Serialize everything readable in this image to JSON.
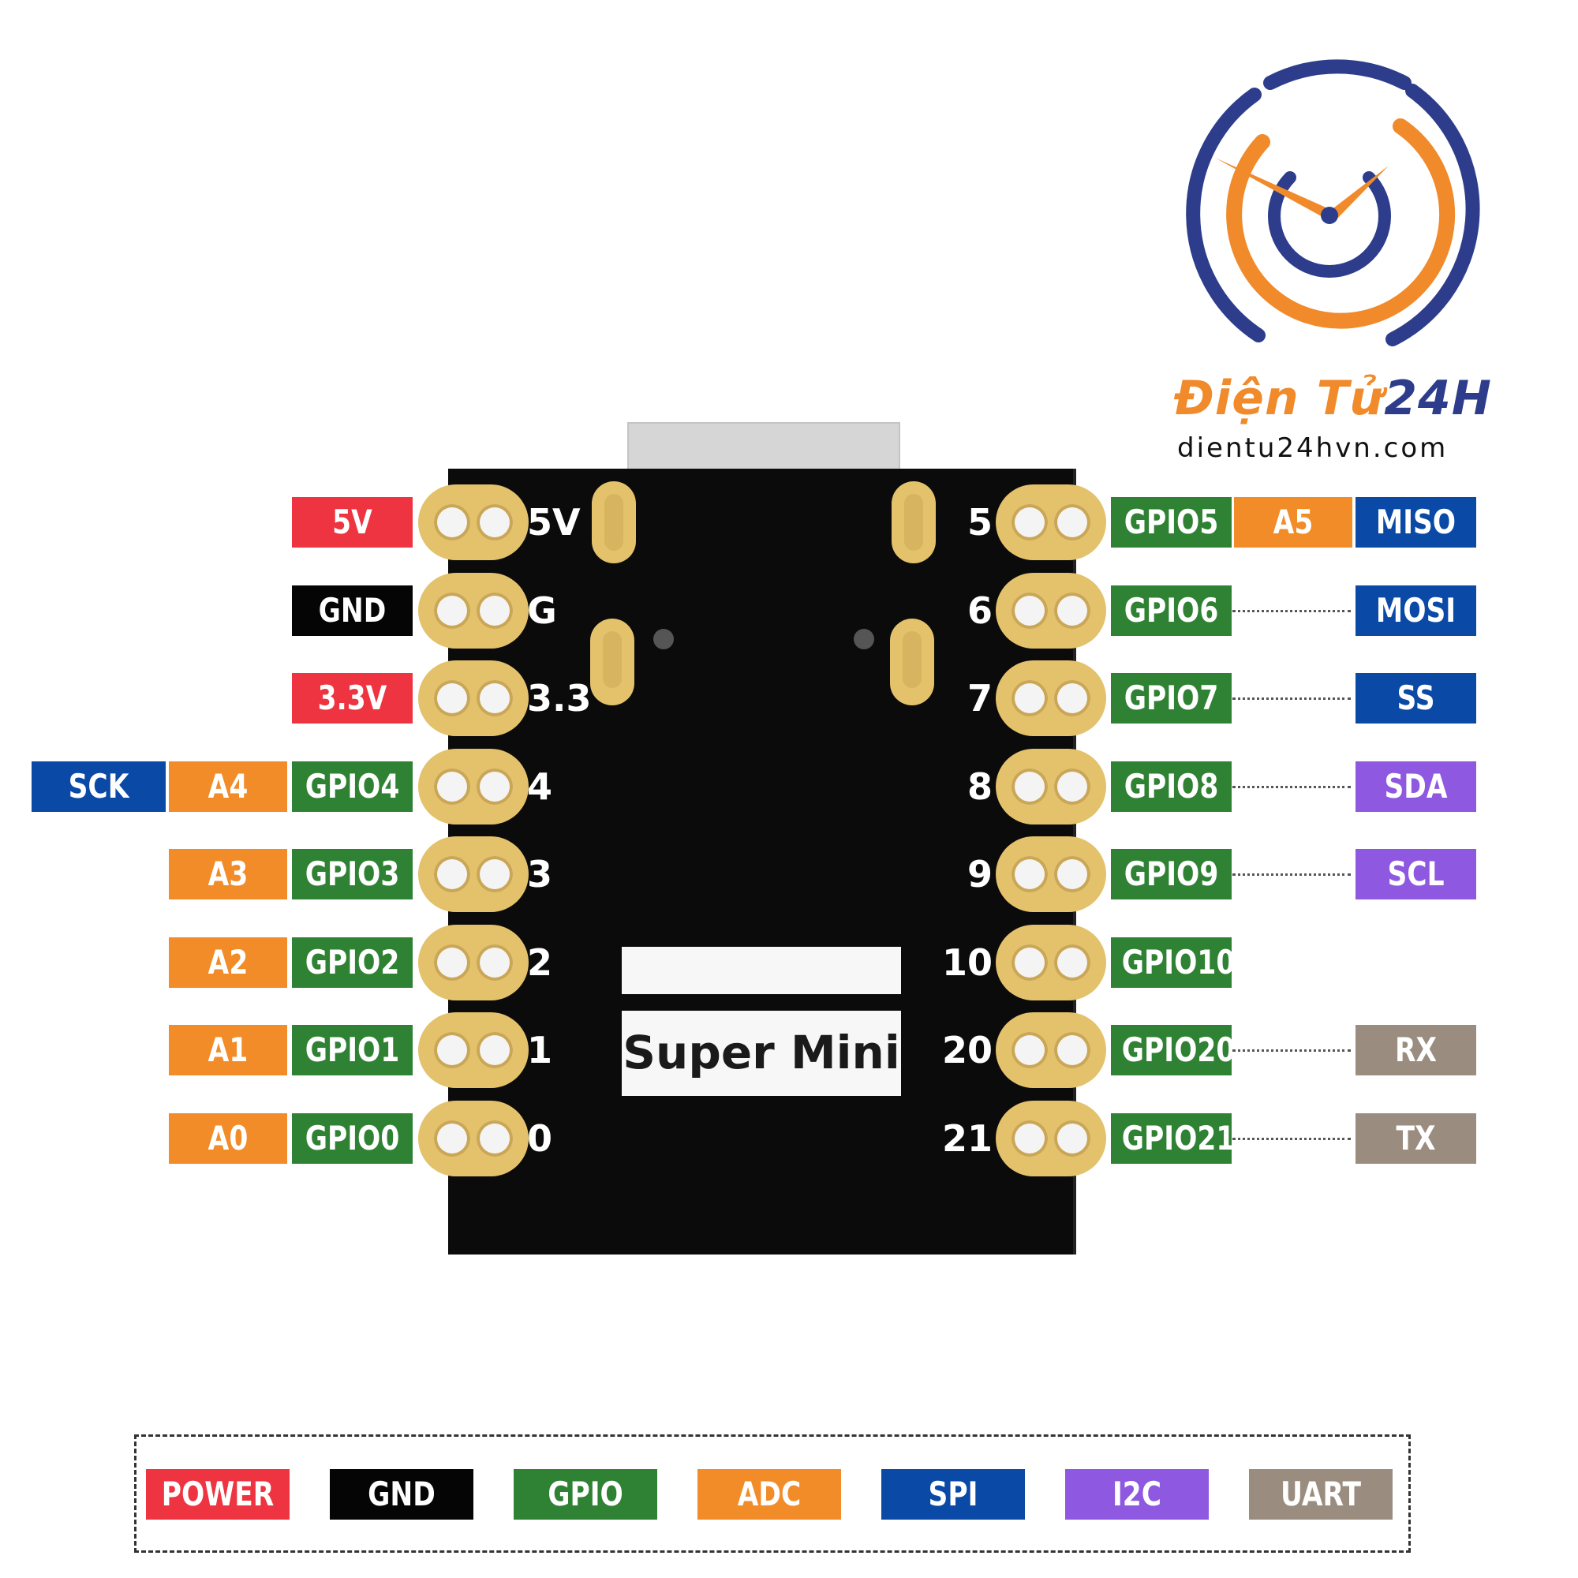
{
  "brand": {
    "name_part1": "Điện Tử",
    "name_part2": "24H",
    "website": "dientu24hvn.com"
  },
  "board": {
    "name": "Super Mini"
  },
  "colors": {
    "POWER": "#ee3440",
    "GND": "#050505",
    "GPIO": "#2f8233",
    "ADC": "#f28c28",
    "SPI": "#0a4aa6",
    "I2C": "#8e58e0",
    "UART": "#9a8d80",
    "pcb": "#0b0b0b",
    "pad": "#e3c26b"
  },
  "left_pins": [
    {
      "num": "5V",
      "labels": [
        {
          "text": "5V",
          "type": "POWER"
        }
      ]
    },
    {
      "num": "G",
      "labels": [
        {
          "text": "GND",
          "type": "GND"
        }
      ]
    },
    {
      "num": "3.3",
      "labels": [
        {
          "text": "3.3V",
          "type": "POWER"
        }
      ]
    },
    {
      "num": "4",
      "labels": [
        {
          "text": "GPIO4",
          "type": "GPIO"
        },
        {
          "text": "A4",
          "type": "ADC"
        },
        {
          "text": "SCK",
          "type": "SPI"
        }
      ]
    },
    {
      "num": "3",
      "labels": [
        {
          "text": "GPIO3",
          "type": "GPIO"
        },
        {
          "text": "A3",
          "type": "ADC"
        }
      ]
    },
    {
      "num": "2",
      "labels": [
        {
          "text": "GPIO2",
          "type": "GPIO"
        },
        {
          "text": "A2",
          "type": "ADC"
        }
      ]
    },
    {
      "num": "1",
      "labels": [
        {
          "text": "GPIO1",
          "type": "GPIO"
        },
        {
          "text": "A1",
          "type": "ADC"
        }
      ]
    },
    {
      "num": "0",
      "labels": [
        {
          "text": "GPIO0",
          "type": "GPIO"
        },
        {
          "text": "A0",
          "type": "ADC"
        }
      ]
    }
  ],
  "right_pins": [
    {
      "num": "5",
      "gpio": "GPIO5",
      "adc": "A5",
      "func": {
        "text": "MISO",
        "type": "SPI"
      }
    },
    {
      "num": "6",
      "gpio": "GPIO6",
      "func": {
        "text": "MOSI",
        "type": "SPI"
      }
    },
    {
      "num": "7",
      "gpio": "GPIO7",
      "func": {
        "text": "SS",
        "type": "SPI"
      }
    },
    {
      "num": "8",
      "gpio": "GPIO8",
      "func": {
        "text": "SDA",
        "type": "I2C"
      }
    },
    {
      "num": "9",
      "gpio": "GPIO9",
      "func": {
        "text": "SCL",
        "type": "I2C"
      }
    },
    {
      "num": "10",
      "gpio": "GPIO10"
    },
    {
      "num": "20",
      "gpio": "GPIO20",
      "func": {
        "text": "RX",
        "type": "UART"
      }
    },
    {
      "num": "21",
      "gpio": "GPIO21",
      "func": {
        "text": "TX",
        "type": "UART"
      }
    }
  ],
  "legend": [
    {
      "text": "POWER",
      "type": "POWER"
    },
    {
      "text": "GND",
      "type": "GND"
    },
    {
      "text": "GPIO",
      "type": "GPIO"
    },
    {
      "text": "ADC",
      "type": "ADC"
    },
    {
      "text": "SPI",
      "type": "SPI"
    },
    {
      "text": "I2C",
      "type": "I2C"
    },
    {
      "text": "UART",
      "type": "UART"
    }
  ]
}
